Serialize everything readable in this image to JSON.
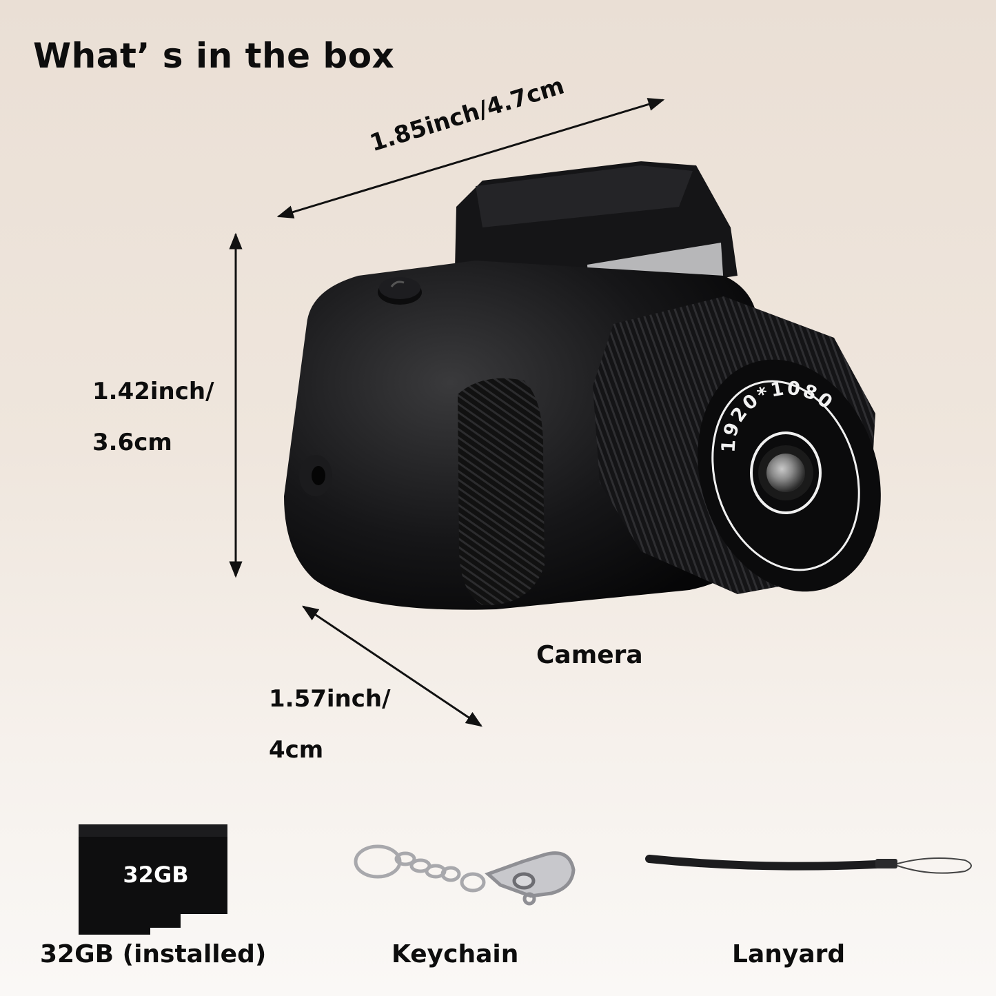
{
  "heading": "What’ s in the box",
  "dimensions": {
    "width_label": "1.85inch/4.7cm",
    "height_label_1": "1.42inch/",
    "height_label_2": "3.6cm",
    "depth_label_1": "1.57inch/",
    "depth_label_2": "4cm"
  },
  "camera": {
    "label": "Camera",
    "lens_text": "1920*1080"
  },
  "accessories": [
    {
      "name": "32GB (installed)",
      "card_text": "32GB"
    },
    {
      "name": "Keychain"
    },
    {
      "name": "Lanyard"
    }
  ]
}
